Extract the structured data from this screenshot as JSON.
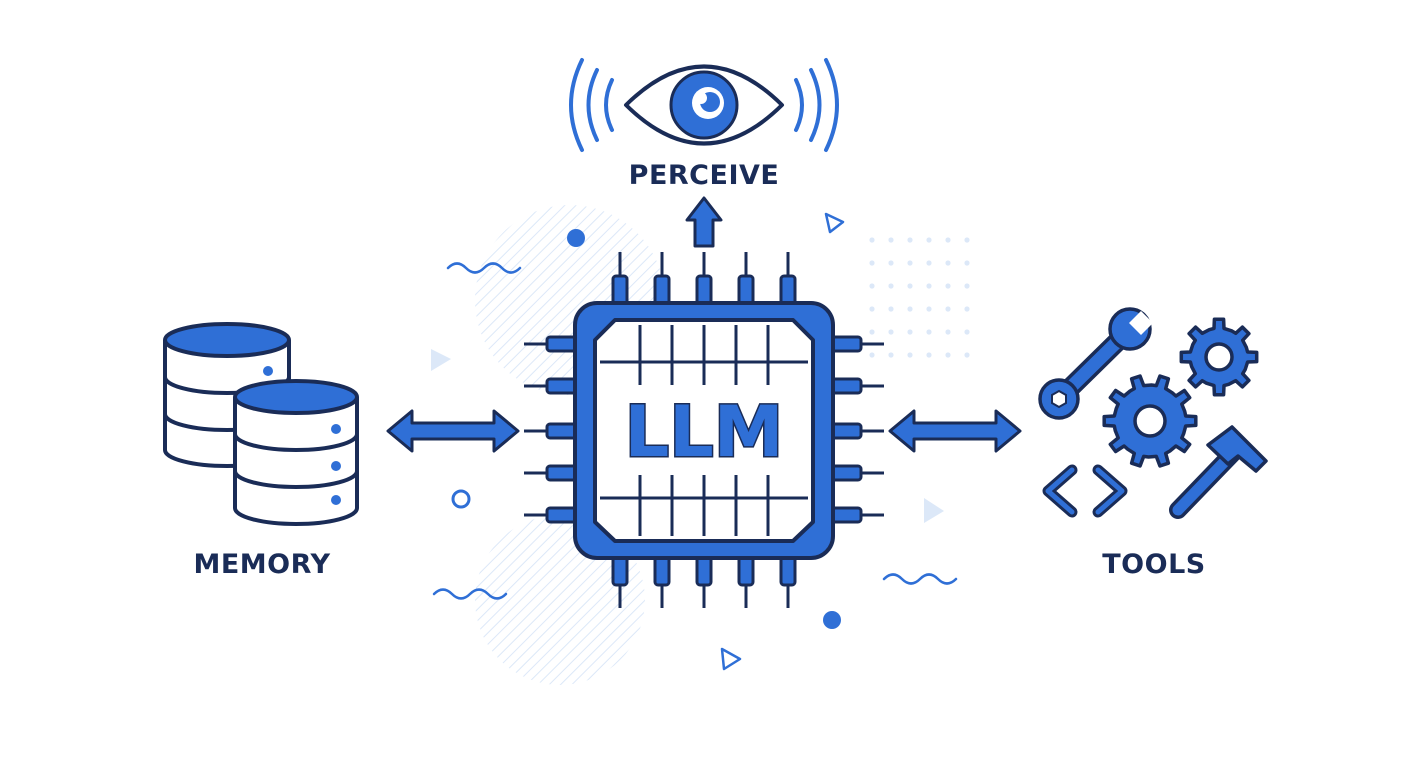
{
  "labels": {
    "perceive": "PERCEIVE",
    "memory": "MEMORY",
    "tools": "TOOLS",
    "chip": "LLM"
  },
  "colors": {
    "navy": "#1a2c57",
    "blue": "#2f6fd6",
    "light_blue": "#dce8f8",
    "white": "#ffffff"
  },
  "icons": {
    "perceive": "eye-icon",
    "memory": "database-icon",
    "tools": "tools-icon",
    "center": "cpu-chip-icon"
  }
}
